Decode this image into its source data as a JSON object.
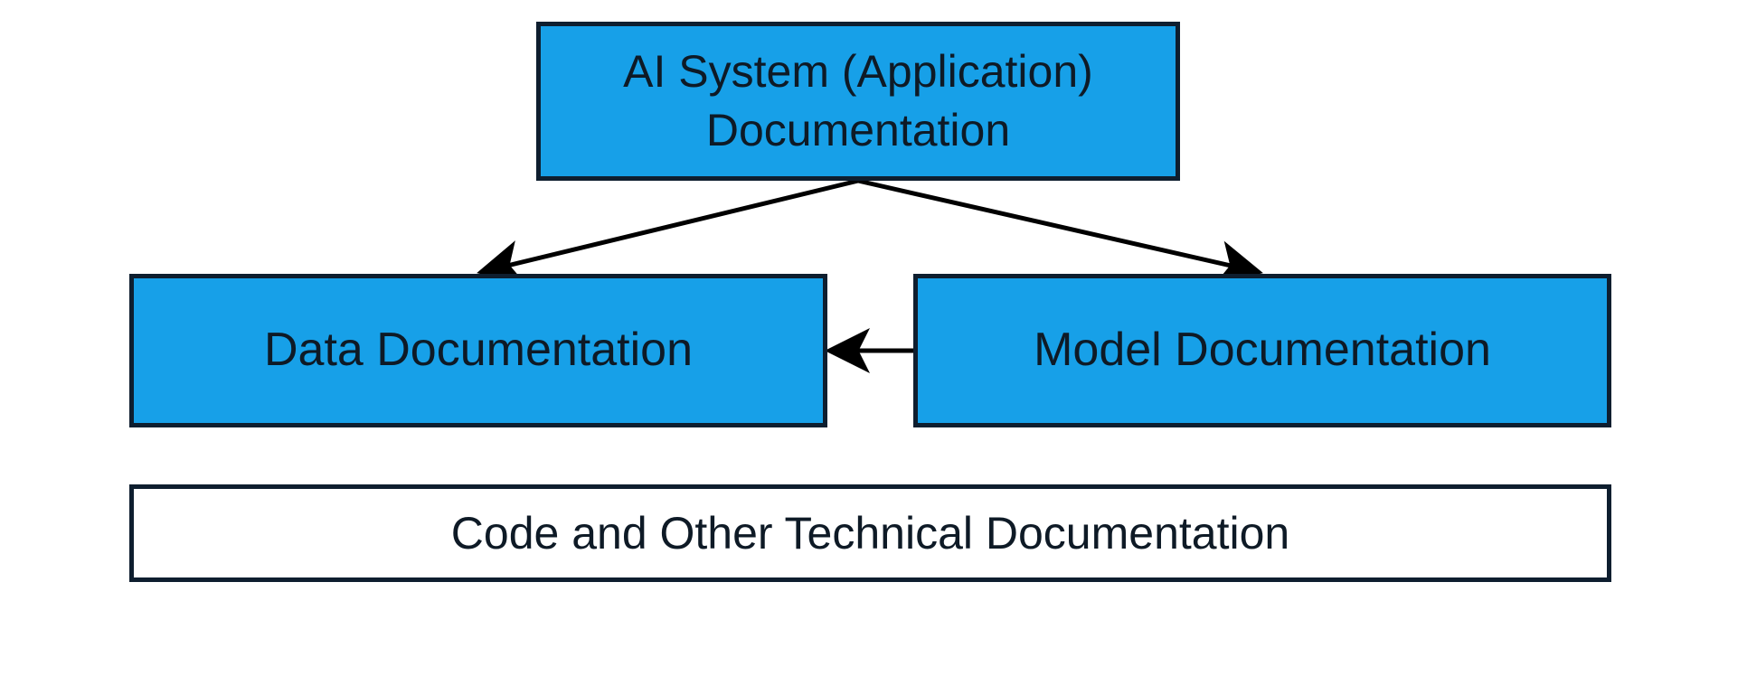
{
  "colors": {
    "node_fill": "#17a0e8",
    "code_fill": "#ffffff",
    "border": "#0e1e2f",
    "arrow": "#000000",
    "text": "#0e1a26"
  },
  "nodes": {
    "ai_system": {
      "line1": "AI System (Application)",
      "line2": "Documentation"
    },
    "data": {
      "label": "Data Documentation"
    },
    "model": {
      "label": "Model Documentation"
    },
    "code": {
      "label": "Code and Other Technical Documentation"
    }
  }
}
